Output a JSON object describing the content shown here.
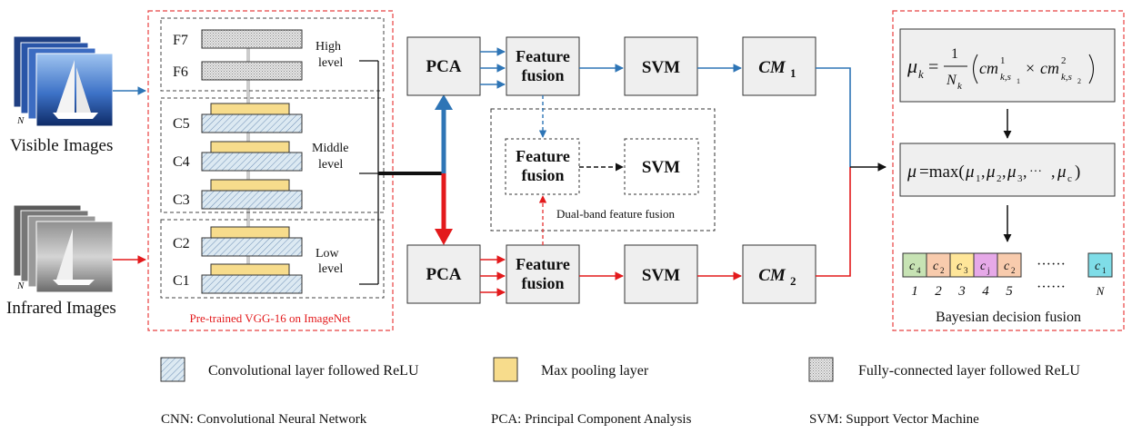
{
  "inputs": {
    "visible_label": "Visible Images",
    "infrared_label": "Infrared Images",
    "stack_count": "N"
  },
  "vgg": {
    "caption": "Pre-trained VGG-16 on ImageNet",
    "layers": [
      "F7",
      "F6",
      "C5",
      "C4",
      "C3",
      "C2",
      "C1"
    ],
    "groups": {
      "high": [
        "High",
        "level"
      ],
      "middle": [
        "Middle",
        "level"
      ],
      "low": [
        "Low",
        "level"
      ]
    }
  },
  "blocks": {
    "pca": "PCA",
    "feature_fusion": [
      "Feature",
      "fusion"
    ],
    "svm": "SVM",
    "cm1": {
      "base": "CM",
      "sub": "1"
    },
    "cm2": {
      "base": "CM",
      "sub": "2"
    }
  },
  "dual_band": {
    "caption": "Dual-band feature fusion",
    "fusion": [
      "Feature",
      "fusion"
    ],
    "svm": "SVM"
  },
  "bayes": {
    "caption": "Bayesian decision fusion",
    "formula1": {
      "lhs": "μ",
      "lhs_sub": "k",
      "eq": "=",
      "num": "1",
      "den": "N",
      "den_sub": "k",
      "cm": "cm",
      "sup1": "1",
      "sub1": "k,s",
      "sub1b": "1",
      "times": "×",
      "sup2": "2",
      "sub2": "k,s",
      "sub2b": "2"
    },
    "formula2": {
      "lhs": "μ",
      "eq": "=max(",
      "terms": [
        "μ",
        "μ",
        "μ",
        "μ"
      ],
      "subs": [
        "1",
        "2",
        "3",
        "c"
      ],
      "sep": ",",
      "dots": "···",
      "close": ")"
    },
    "cells": [
      {
        "base": "c",
        "sub": "4",
        "color": "#c7e3b4",
        "index": "1"
      },
      {
        "base": "c",
        "sub": "2",
        "color": "#f8cbad",
        "index": "2"
      },
      {
        "base": "c",
        "sub": "3",
        "color": "#ffe699",
        "index": "3"
      },
      {
        "base": "c",
        "sub": "j",
        "color": "#e6a9e8",
        "index": "4"
      },
      {
        "base": "c",
        "sub": "2",
        "color": "#f8cbad",
        "index": "5"
      }
    ],
    "cell_dots": "······",
    "index_dots": "······",
    "last_cell": {
      "base": "c",
      "sub": "1",
      "color": "#7fdde8",
      "index": "N"
    }
  },
  "legend": {
    "items": [
      {
        "label": "Convolutional layer followed ReLU",
        "kind": "conv"
      },
      {
        "label": "Max pooling layer",
        "kind": "pool"
      },
      {
        "label": "Fully-connected layer followed ReLU",
        "kind": "fc"
      }
    ],
    "abbreviations": [
      "CNN: Convolutional Neural Network",
      "PCA: Principal Component Analysis",
      "SVM: Support Vector Machine"
    ]
  },
  "colors": {
    "blue": "#2e75b6",
    "red": "#e31a1c",
    "dashed_red": "#e84040",
    "block_fill": "#efefef",
    "conv_fill": "#dce9f2",
    "pool_fill": "#f7dc8c",
    "fc_fill": "#e0e0e0"
  }
}
